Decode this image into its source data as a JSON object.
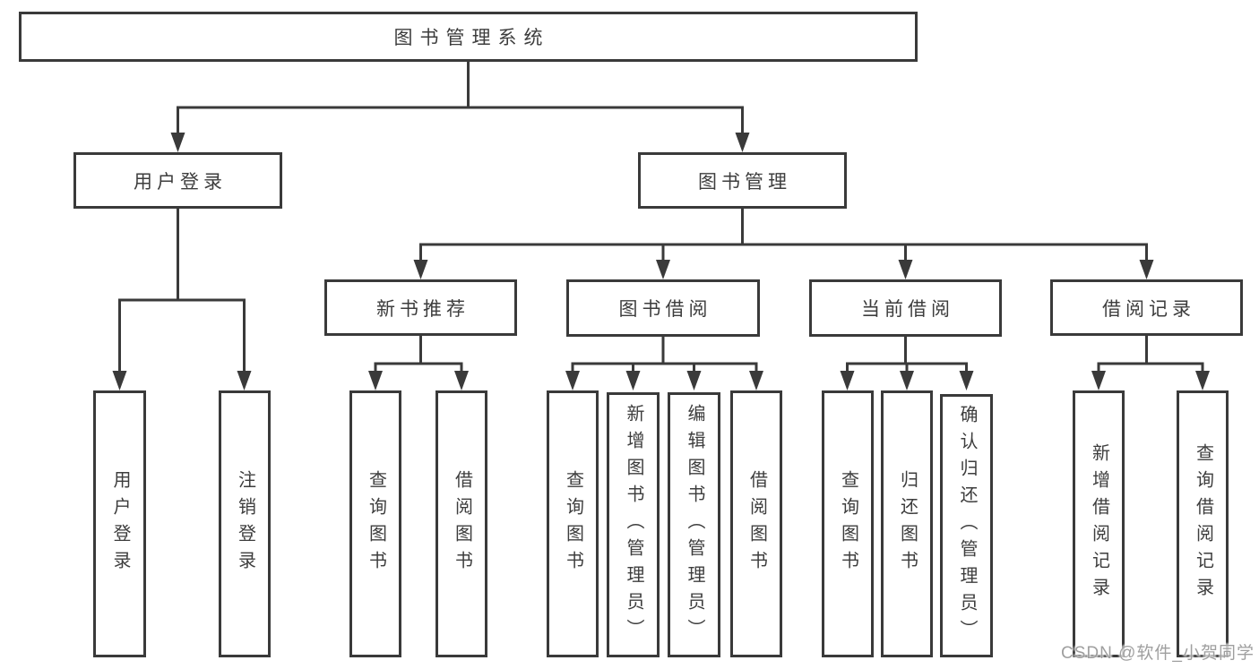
{
  "tree": {
    "root": {
      "label": "图书管理系统"
    },
    "branches": [
      {
        "label": "用户登录",
        "children": [
          {
            "label": "用户登录"
          },
          {
            "label": "注销登录"
          }
        ]
      },
      {
        "label": "图书管理",
        "children": [
          {
            "label": "新书推荐",
            "children": [
              {
                "label": "查询图书"
              },
              {
                "label": "借阅图书"
              }
            ]
          },
          {
            "label": "图书借阅",
            "children": [
              {
                "label": "查询图书"
              },
              {
                "label": "新增图书（管理员）"
              },
              {
                "label": "编辑图书（管理员）"
              },
              {
                "label": "借阅图书"
              }
            ]
          },
          {
            "label": "当前借阅",
            "children": [
              {
                "label": "查询图书"
              },
              {
                "label": "归还图书"
              },
              {
                "label": "确认归还（管理员）"
              }
            ]
          },
          {
            "label": "借阅记录",
            "children": [
              {
                "label": "新增借阅记录"
              },
              {
                "label": "查询借阅记录"
              }
            ]
          }
        ]
      }
    ]
  },
  "watermark": {
    "text": "CSDN @软件_小贺同学"
  },
  "colors": {
    "line": "#3a3a3a",
    "text": "#3d3d3d",
    "watermark": "#9f9f9f",
    "background": "#ffffff"
  }
}
